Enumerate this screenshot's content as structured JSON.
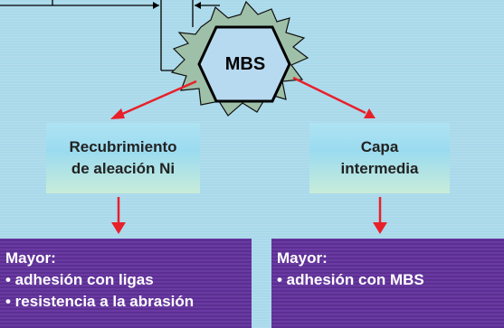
{
  "center": {
    "label": "MBS"
  },
  "left_box": {
    "line1": "Recubrimiento",
    "line2": "de aleación Ni"
  },
  "right_box": {
    "line1": "Capa",
    "line2": "intermedia"
  },
  "left_result": {
    "heading": "Mayor:",
    "items": [
      "• adhesión con ligas",
      "• resistencia a la abrasión"
    ]
  },
  "right_result": {
    "heading": "Mayor:",
    "items": [
      "• adhesión con MBS"
    ]
  },
  "colors": {
    "background": "#a9d9ea",
    "arrow": "#e8202a",
    "result_box": "#5b2f91",
    "hexagon": "#b8daf0"
  }
}
